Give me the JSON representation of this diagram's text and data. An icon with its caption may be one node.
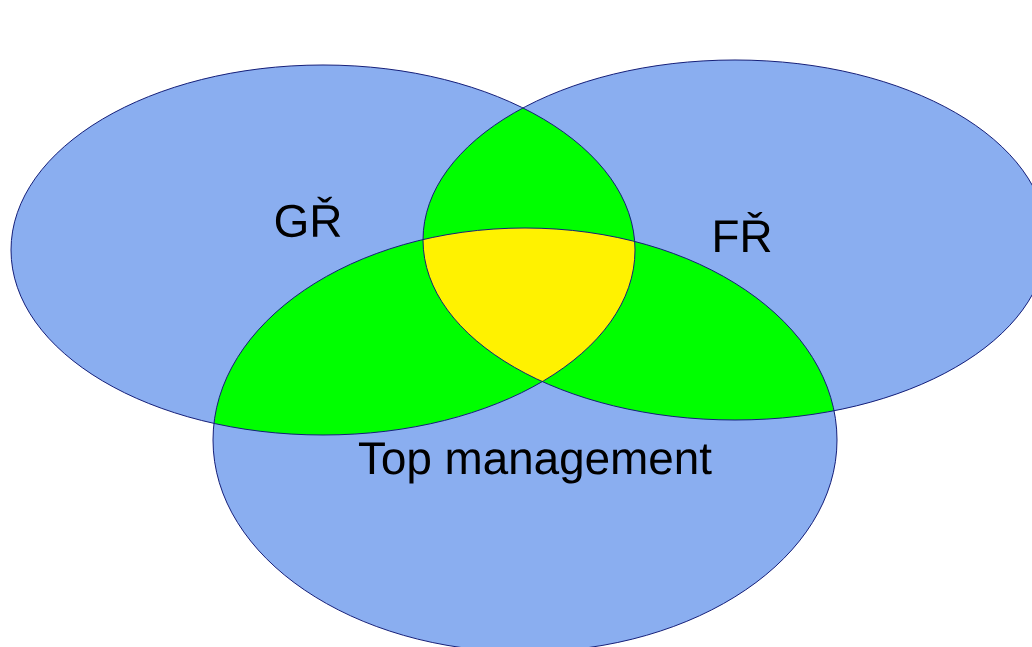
{
  "diagram": {
    "nodes": [
      {
        "text": [
          "GŘ"
        ]
      },
      {
        "text": [
          "FŘ"
        ]
      },
      {
        "text": [
          "Top management"
        ]
      }
    ]
  }
}
